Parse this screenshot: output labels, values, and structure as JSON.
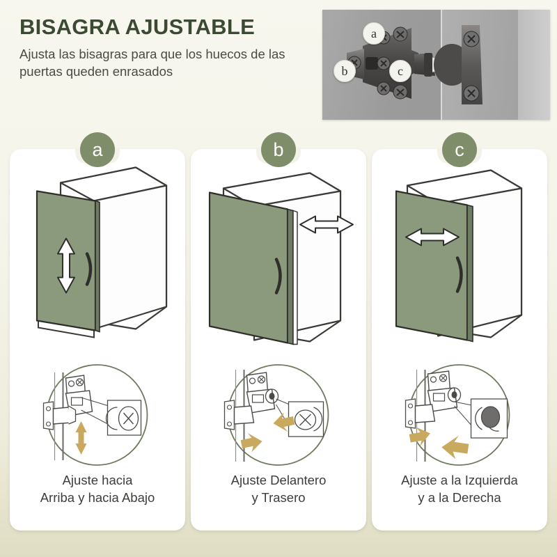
{
  "header": {
    "title": "BISAGRA AJUSTABLE",
    "subtitle": "Ajusta las bisagras para que los huecos de las puertas queden enrasados"
  },
  "photo": {
    "alt_name": "adjustable-cabinet-hinge-photo",
    "labels": [
      {
        "id": "a",
        "text": "a"
      },
      {
        "id": "b",
        "text": "b"
      },
      {
        "id": "c",
        "text": "c"
      }
    ]
  },
  "cards": [
    {
      "badge": "a",
      "caption_line1": "Ajuste hacia",
      "caption_line2": "Arriba y hacia Abajo",
      "arrow": "vertical-double-arrow",
      "detail_arrow": "vertical-double-arrow"
    },
    {
      "badge": "b",
      "caption_line1": "Ajuste Delantero",
      "caption_line2": "y Trasero",
      "arrow": "horizontal-double-arrow",
      "detail_arrow": "diagonal-double-arrow"
    },
    {
      "badge": "c",
      "caption_line1": "Ajuste a la Izquierda",
      "caption_line2": "y a la Derecha",
      "arrow": "horizontal-double-arrow",
      "detail_arrow": "diagonal-double-arrow"
    }
  ],
  "colors": {
    "background_top": "#f7f7ef",
    "background_bottom": "#e0ddc4",
    "title": "#3c4a33",
    "badge": "#7f8d6b",
    "door": "#8b9a7c",
    "card": "#ffffff",
    "detail_arrow": "#c8a95e",
    "circle_outline": "#6d7a5e"
  }
}
